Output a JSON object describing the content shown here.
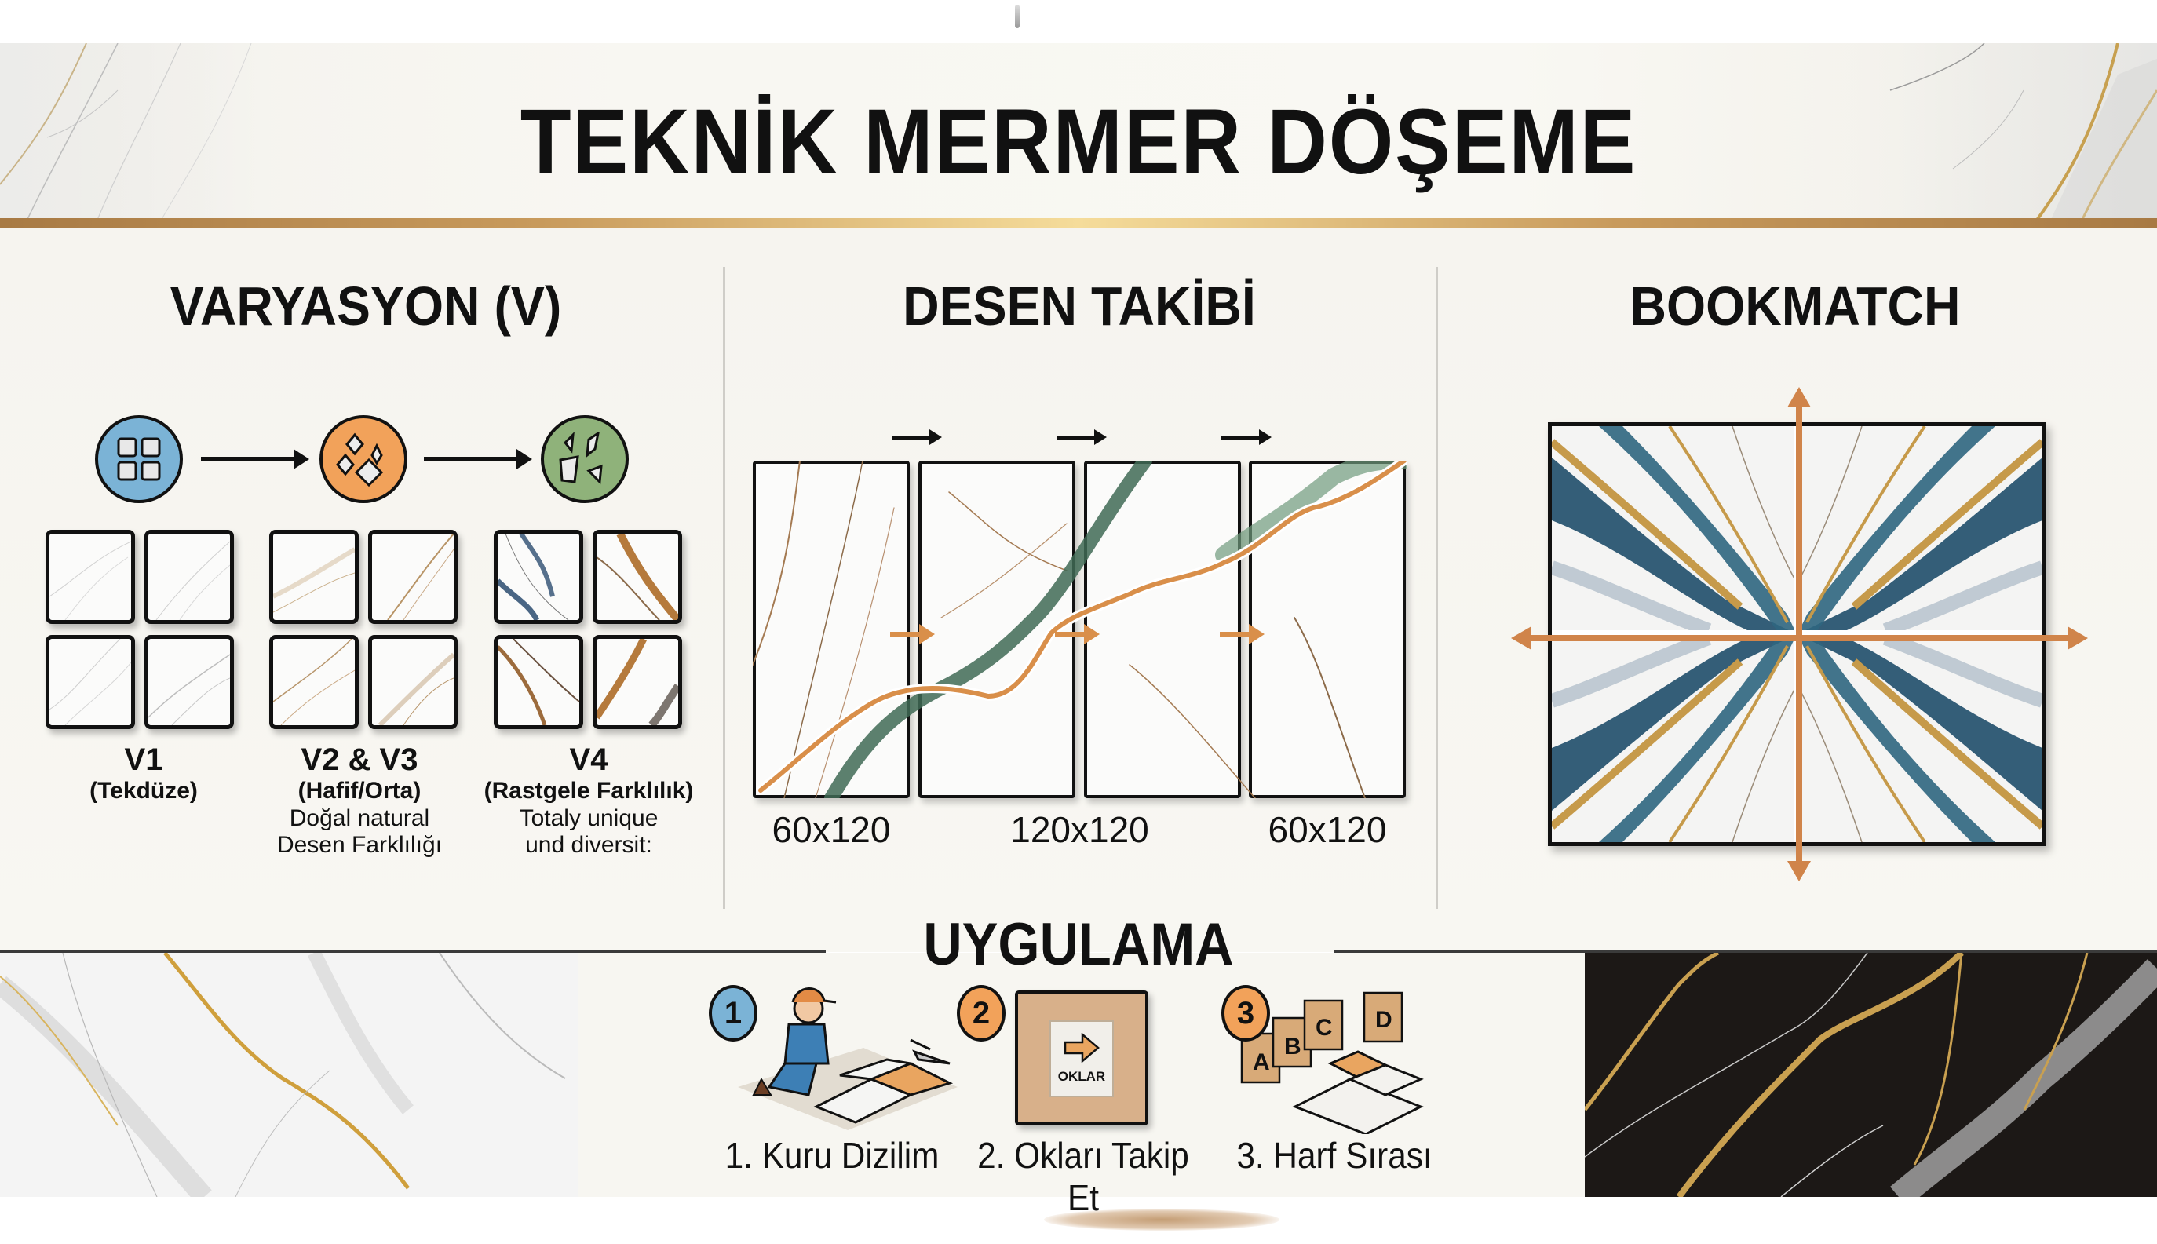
{
  "header": {
    "title": "TEKNİK MERMER DÖŞEME"
  },
  "sections": {
    "variation": {
      "title": "VARYASYON (V)",
      "icons": [
        {
          "name": "uniform-grid-icon",
          "color": "#7bb3d6"
        },
        {
          "name": "scattered-diamonds-icon",
          "color": "#f2a25a"
        },
        {
          "name": "random-shards-icon",
          "color": "#8fb27a"
        }
      ],
      "groups": [
        {
          "code": "V1",
          "subtitle": "(Tekdüze)",
          "description": []
        },
        {
          "code": "V2 & V3",
          "subtitle": "(Hafif/Orta)",
          "description": [
            "Doğal natural",
            "Desen Farklılığı"
          ]
        },
        {
          "code": "V4",
          "subtitle": "(Rastgele Farklılık)",
          "description": [
            "Totaly unique",
            "und diversit:"
          ]
        }
      ]
    },
    "pattern_tracking": {
      "title": "DESEN TAKİBİ",
      "size_labels": [
        "60x120",
        "120x120",
        "60x120"
      ],
      "vein_colors": {
        "brown": "#a47a52",
        "green": "#3f6a55",
        "trace": "#d98f4a"
      }
    },
    "bookmatch": {
      "title": "BOOKMATCH",
      "colors": {
        "blue": "#1f4e6a",
        "gold": "#c69a4a",
        "arrow": "#d0844a"
      }
    },
    "application": {
      "title": "UYGULAMA",
      "steps": [
        {
          "number": "1",
          "label": "1. Kuru Dizilim",
          "badge_color": "#7bb3d6",
          "icon": "tile-worker-icon"
        },
        {
          "number": "2",
          "label": "2. Okları Takip Et",
          "badge_color": "#f2a25a",
          "icon": "arrow-box-icon",
          "box_text": "OKLAR"
        },
        {
          "number": "3",
          "label": "3. Harf Sırası",
          "badge_color": "#f2a25a",
          "icon": "lettered-boxes-icon",
          "box_letters": [
            "A",
            "B",
            "C",
            "D"
          ]
        }
      ]
    }
  },
  "colors": {
    "gold_rule": "#c89a5c",
    "background": "#f7f6f1",
    "divider": "#cfcdc8"
  }
}
